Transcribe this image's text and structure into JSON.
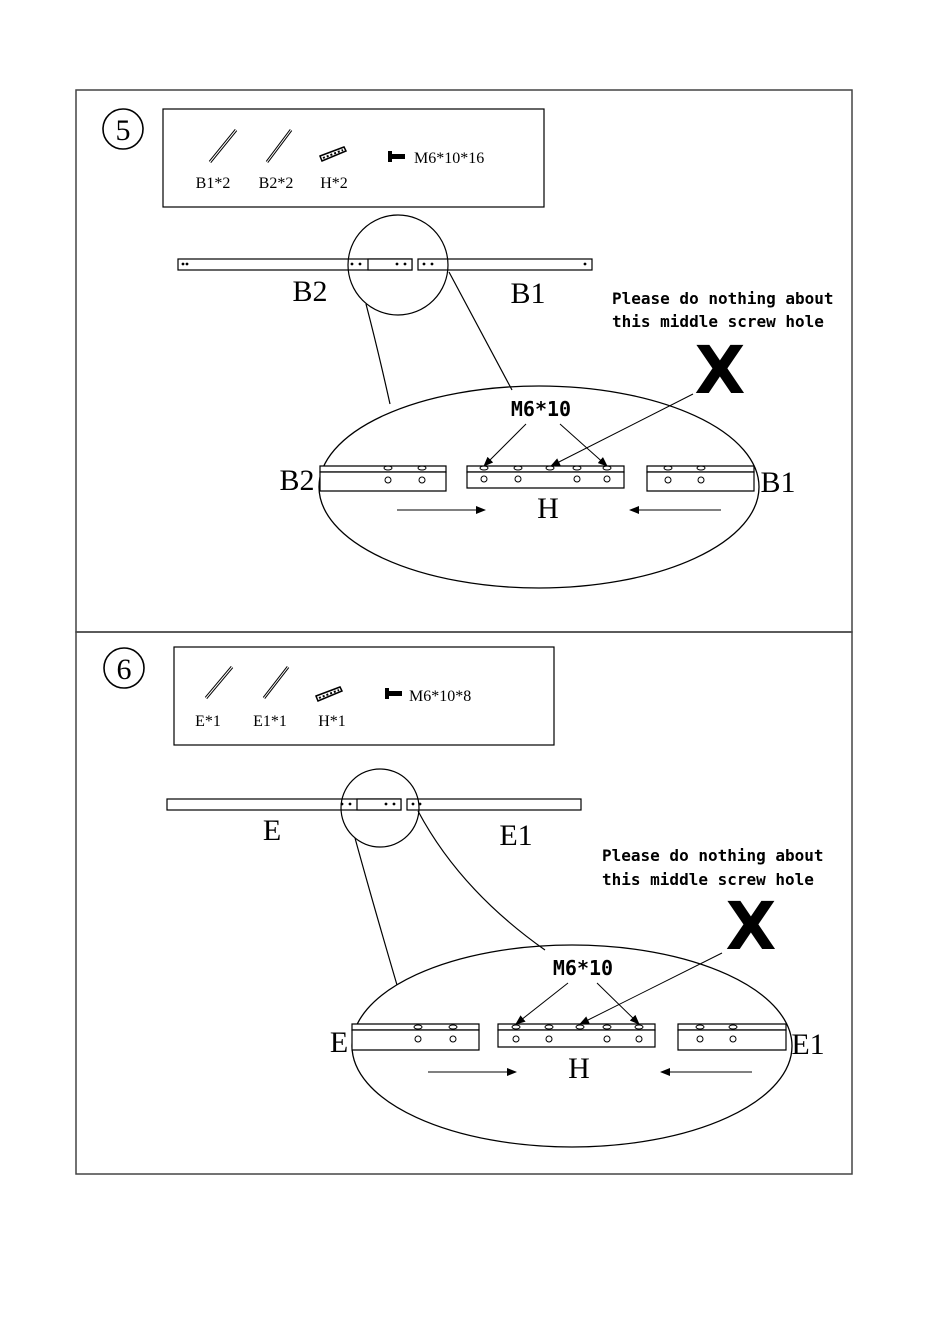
{
  "steps": [
    {
      "number": "5",
      "parts": [
        "B1*2",
        "B2*2",
        "H*2"
      ],
      "screw": "M6*10*16",
      "left_bar": "B2",
      "right_bar": "B1",
      "note_line1": "Please do nothing about",
      "note_line2": "this middle screw hole",
      "x_mark": "X",
      "screw_callout": "M6*10",
      "detail_left": "B2",
      "detail_right": "B1",
      "detail_center": "H"
    },
    {
      "number": "6",
      "parts": [
        "E*1",
        "E1*1",
        "H*1"
      ],
      "screw": "M6*10*8",
      "left_bar": "E",
      "right_bar": "E1",
      "note_line1": "Please do nothing about",
      "note_line2": "this middle screw hole",
      "x_mark": "X",
      "screw_callout": "M6*10",
      "detail_left": "E",
      "detail_right": "E1",
      "detail_center": "H"
    }
  ]
}
